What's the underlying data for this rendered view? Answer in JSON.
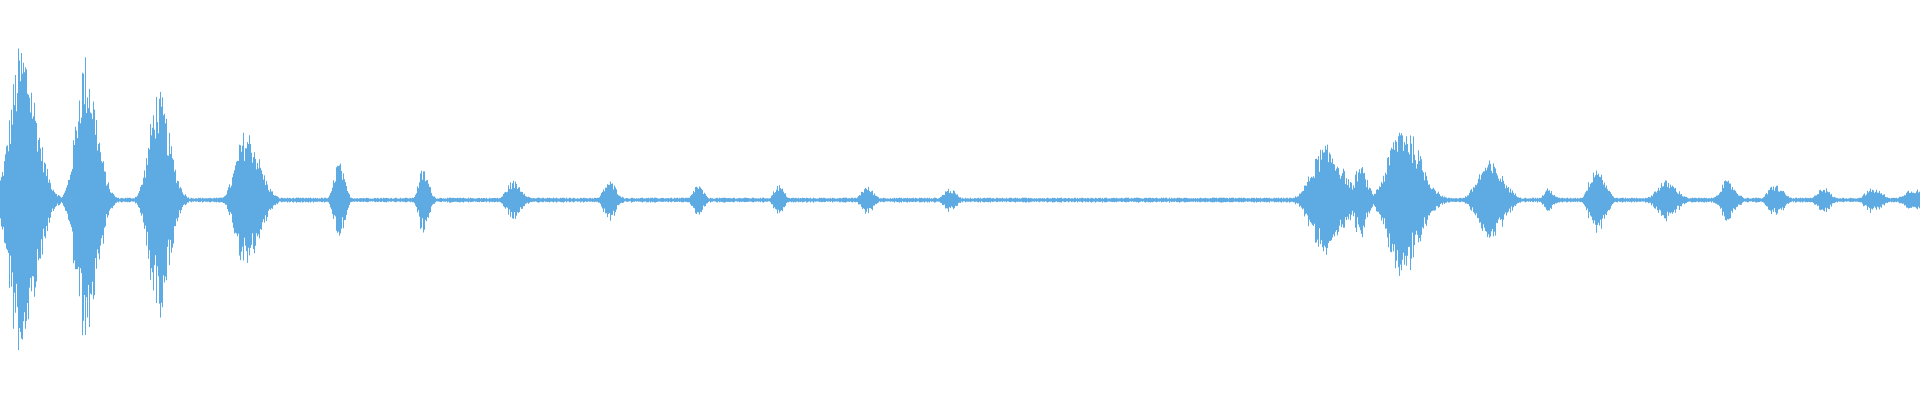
{
  "waveform": {
    "color": "#5DABE2",
    "background": "#FFFFFF",
    "bursts": [
      {
        "position": 0.011,
        "width": 0.01,
        "amplitude": 0.4,
        "noise": 0.1
      },
      {
        "position": 0.044,
        "width": 0.008,
        "amplitude": 0.37,
        "noise": 0.1
      },
      {
        "position": 0.082,
        "width": 0.008,
        "amplitude": 0.28,
        "noise": 0.1
      },
      {
        "position": 0.128,
        "width": 0.009,
        "amplitude": 0.18,
        "noise": 0.08
      },
      {
        "position": 0.176,
        "width": 0.004,
        "amplitude": 0.1,
        "noise": 0.06
      },
      {
        "position": 0.22,
        "width": 0.004,
        "amplitude": 0.08,
        "noise": 0.06
      },
      {
        "position": 0.267,
        "width": 0.006,
        "amplitude": 0.05,
        "noise": 0.05
      },
      {
        "position": 0.317,
        "width": 0.005,
        "amplitude": 0.05,
        "noise": 0.05
      },
      {
        "position": 0.363,
        "width": 0.004,
        "amplitude": 0.04,
        "noise": 0.04
      },
      {
        "position": 0.405,
        "width": 0.004,
        "amplitude": 0.04,
        "noise": 0.04
      },
      {
        "position": 0.451,
        "width": 0.005,
        "amplitude": 0.035,
        "noise": 0.04
      },
      {
        "position": 0.494,
        "width": 0.005,
        "amplitude": 0.03,
        "noise": 0.04
      },
      {
        "position": 0.69,
        "width": 0.012,
        "amplitude": 0.14,
        "noise": 0.08
      },
      {
        "position": 0.708,
        "width": 0.005,
        "amplitude": 0.09,
        "noise": 0.08
      },
      {
        "position": 0.73,
        "width": 0.012,
        "amplitude": 0.2,
        "noise": 0.08
      },
      {
        "position": 0.775,
        "width": 0.01,
        "amplitude": 0.1,
        "noise": 0.07
      },
      {
        "position": 0.806,
        "width": 0.004,
        "amplitude": 0.03,
        "noise": 0.05
      },
      {
        "position": 0.831,
        "width": 0.006,
        "amplitude": 0.09,
        "noise": 0.06
      },
      {
        "position": 0.867,
        "width": 0.008,
        "amplitude": 0.05,
        "noise": 0.05
      },
      {
        "position": 0.899,
        "width": 0.006,
        "amplitude": 0.05,
        "noise": 0.05
      },
      {
        "position": 0.924,
        "width": 0.006,
        "amplitude": 0.04,
        "noise": 0.05
      },
      {
        "position": 0.949,
        "width": 0.005,
        "amplitude": 0.035,
        "noise": 0.05
      },
      {
        "position": 0.975,
        "width": 0.007,
        "amplitude": 0.03,
        "noise": 0.05
      },
      {
        "position": 0.996,
        "width": 0.008,
        "amplitude": 0.03,
        "noise": 0.05
      }
    ],
    "base_level": 0.006
  }
}
